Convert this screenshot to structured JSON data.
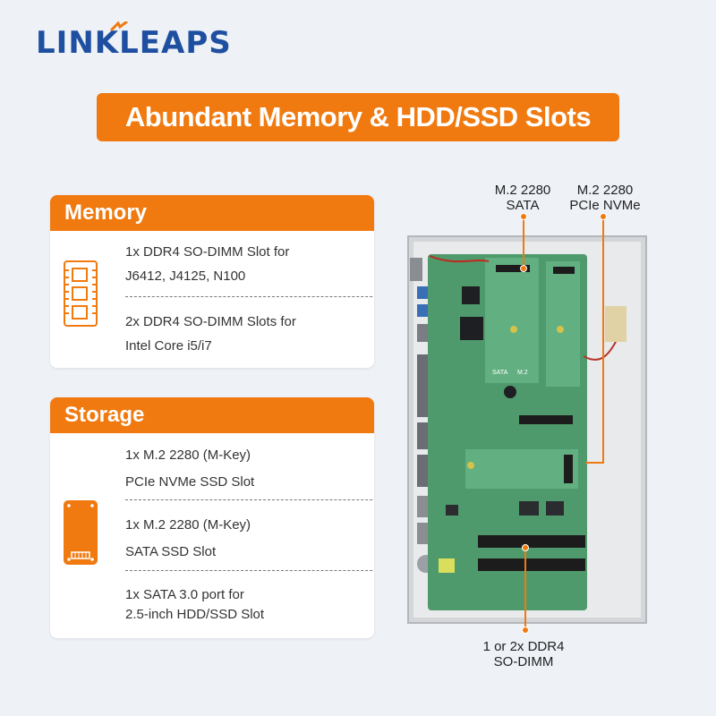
{
  "brand": {
    "logo": "LINKLEAPS"
  },
  "banner": {
    "title": "Abundant Memory & HDD/SSD Slots"
  },
  "memory": {
    "title": "Memory",
    "items": [
      {
        "line1": "1x DDR4 SO-DIMM Slot for",
        "line2": "J6412, J4125, N100"
      },
      {
        "line1": "2x DDR4 SO-DIMM Slots for",
        "line2": "Intel Core i5/i7"
      }
    ]
  },
  "storage": {
    "title": "Storage",
    "items": [
      {
        "line1": "1x M.2 2280 (M-Key)",
        "line2": "PCIe NVMe SSD Slot"
      },
      {
        "line1": "1x M.2 2280 (M-Key)",
        "line2": "SATA SSD Slot"
      },
      {
        "line1": "1x SATA 3.0 port for",
        "line2": "2.5-inch HDD/SSD Slot"
      }
    ]
  },
  "callouts": {
    "sata": {
      "line1": "M.2 2280",
      "line2": "SATA"
    },
    "nvme": {
      "line1": "M.2 2280",
      "line2": "PCIe NVMe"
    },
    "ddr": {
      "line1": "1 or 2x DDR4",
      "line2": "SO-DIMM"
    }
  },
  "board_labels": {
    "sata": "SATA",
    "m2": "M.2"
  },
  "colors": {
    "accent": "#f07a10",
    "brand_blue": "#1f4fa0",
    "pcb_green": "#4f9a6c"
  }
}
